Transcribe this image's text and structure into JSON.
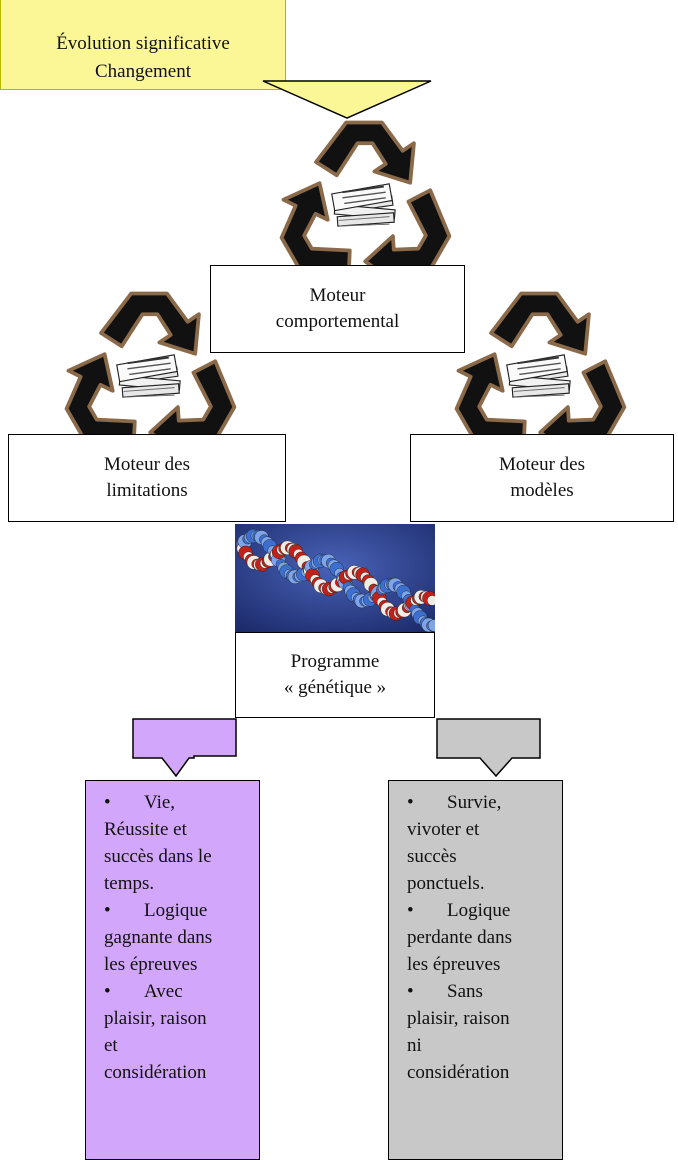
{
  "top_box": {
    "line1": "Évolution significative",
    "line2": "Changement"
  },
  "engine_behavior": {
    "line1": "Moteur",
    "line2": "comportemental"
  },
  "engine_limits": {
    "line1": "Moteur des",
    "line2": "limitations"
  },
  "engine_models": {
    "line1": "Moteur des",
    "line2": "modèles"
  },
  "genetic": {
    "line1": "Programme",
    "line2": "« génétique »"
  },
  "left_list": {
    "items": [
      [
        "Vie,",
        "Réussite et",
        "succès dans le",
        "temps."
      ],
      [
        "Logique",
        "gagnante dans",
        "les épreuves"
      ],
      [
        "Avec",
        "plaisir, raison",
        "et",
        "considération"
      ]
    ]
  },
  "right_list": {
    "items": [
      [
        "Survie,",
        "vivoter et",
        "succès",
        "ponctuels."
      ],
      [
        "Logique",
        "perdante dans",
        "les épreuves"
      ],
      [
        "Sans",
        "plaisir, raison",
        "ni",
        "considération"
      ]
    ]
  },
  "colors": {
    "top_fill": "#fbf797",
    "left_fill": "#d2a6fa",
    "right_fill": "#c8c8c8",
    "recycle_fill": "#111111",
    "recycle_outline": "#8b6a4a",
    "dna_bg": "#2a3f8f"
  },
  "icons": [
    "recycle-icon",
    "newspaper-icon",
    "dna-image"
  ]
}
